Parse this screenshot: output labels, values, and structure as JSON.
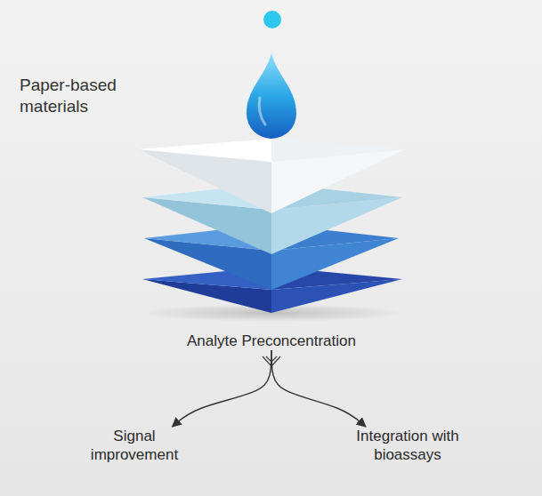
{
  "diagram": {
    "nodes": [
      {
        "text": [
          "Analyte Preconcentration"
        ]
      },
      {
        "text": [
          "Signal improvement"
        ]
      },
      {
        "text": [
          "Integration with bioassays"
        ]
      }
    ],
    "edges": [
      {
        "from": 0,
        "to": 1,
        "arrow": "to"
      },
      {
        "from": 0,
        "to": 2,
        "arrow": "to"
      }
    ],
    "labels": [
      "Paper-based materials"
    ]
  }
}
